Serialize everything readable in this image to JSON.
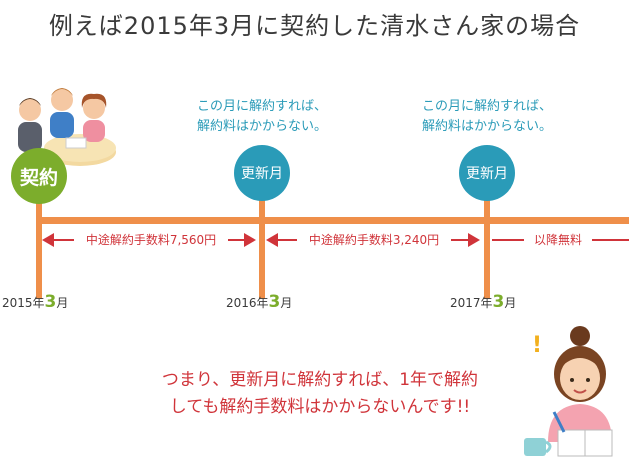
{
  "title": "例えば2015年3月に契約した清水さん家の場合",
  "notes": [
    "この月に解約すれば、\n解約料はかからない。",
    "この月に解約すれば、\n解約料はかからない。"
  ],
  "milestones": {
    "contract": "契約",
    "renew_1": "更新月",
    "renew_2": "更新月"
  },
  "periods": [
    "中途解約手数料7,560円",
    "中途解約手数料3,240円",
    "以降無料"
  ],
  "years": [
    {
      "pre": "2015年",
      "month": "3",
      "post": "月"
    },
    {
      "pre": "2016年",
      "month": "3",
      "post": "月"
    },
    {
      "pre": "2017年",
      "month": "3",
      "post": "月"
    }
  ],
  "summary": {
    "line1": "つまり、更新月に解約すれば、1年で解約",
    "line2": "しても解約手数料はかからないんです!!"
  },
  "colors": {
    "timeline": "#ef8f4a",
    "arrow": "#d0343a",
    "contract": "#7cad2c",
    "renew": "#2a9bb8"
  }
}
